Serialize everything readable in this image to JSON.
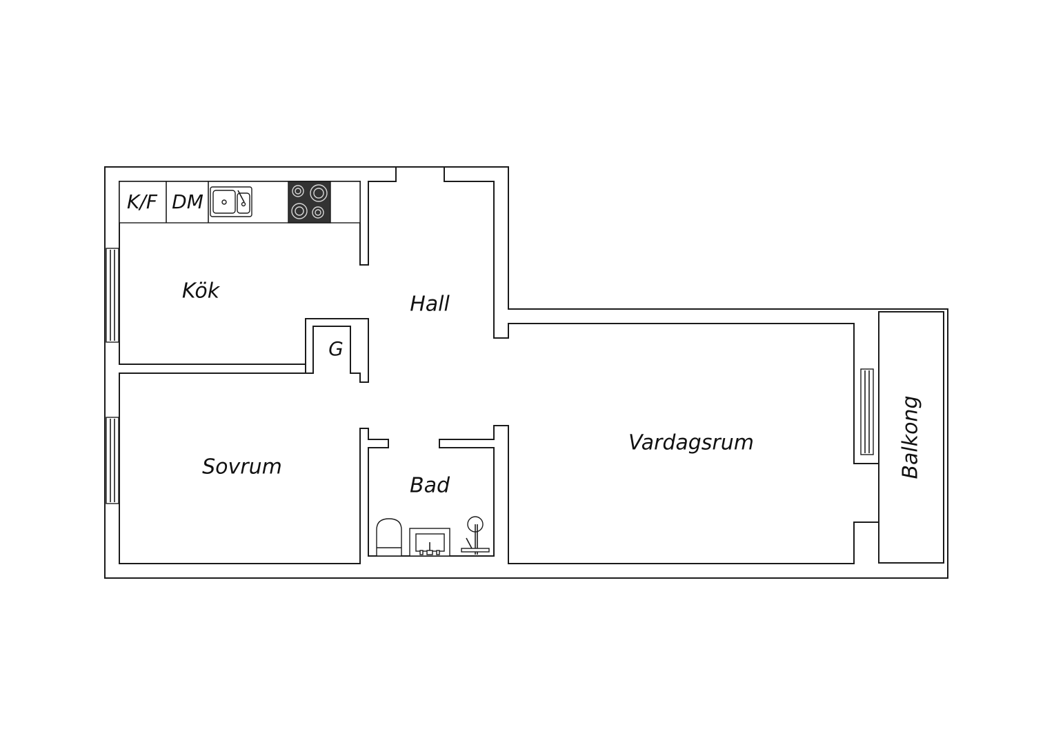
{
  "rooms": {
    "kitchen": "Kök",
    "hall": "Hall",
    "bedroom": "Sovrum",
    "bathroom": "Bad",
    "living_room": "Vardagsrum",
    "balcony": "Balkong",
    "wardrobe": "G"
  },
  "appliances": {
    "fridge_freezer": "K/F",
    "dishwasher": "DM"
  },
  "icons": {
    "sink": "kitchen-sink-icon",
    "hob": "cooktop-icon",
    "toilet": "toilet-icon",
    "basin": "washbasin-icon",
    "shower": "shower-icon"
  },
  "colors": {
    "line": "#1a1a1a",
    "hob": "#333333",
    "background": "#ffffff"
  }
}
